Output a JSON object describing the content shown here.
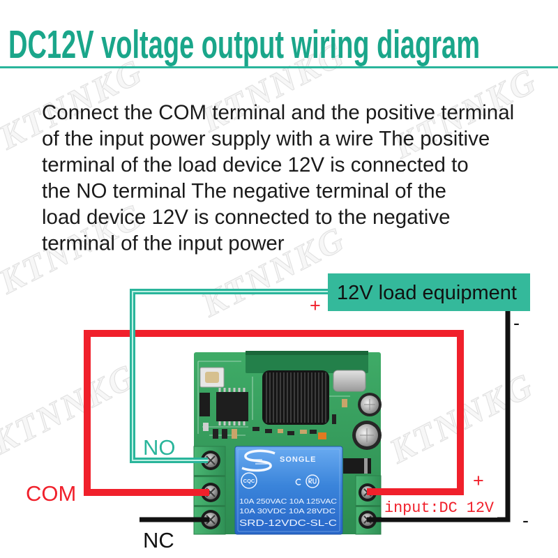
{
  "title": "DC12V voltage output wiring diagram",
  "watermark": "KTNNKG",
  "instructions": {
    "lines": [
      "Connect the COM terminal and the positive terminal",
      "of the input power supply with a wire The positive",
      "terminal of the load device 12V is connected to",
      "the NO terminal The negative terminal of the",
      "load device 12V is connected to the negative",
      "terminal of the input power"
    ]
  },
  "load": {
    "label": "12V load equipment",
    "positive_sign": "+",
    "negative_sign": "-"
  },
  "terminals": {
    "no": "NO",
    "com": "COM",
    "nc": "NC"
  },
  "input": {
    "label": "input:DC 12V",
    "positive_sign": "+",
    "negative_sign": "-"
  },
  "relay": {
    "brand": "SONGLE",
    "certification": "CQC",
    "rating_ac": "10A 250VAC 10A 125VAC",
    "rating_dc": "10A 30VDC 10A 28VDC",
    "model": "SRD-12VDC-SL-C"
  },
  "colors": {
    "title": "#1aa68a",
    "teal": "#2ab59b",
    "load_box": "#34b99b",
    "wire_red": "#f0202b",
    "wire_black": "#111111",
    "wire_teal": "#2ab59b",
    "text": "#1a1a1a",
    "relay_blue": "#3a84da",
    "pcb_green": "#38a060"
  }
}
